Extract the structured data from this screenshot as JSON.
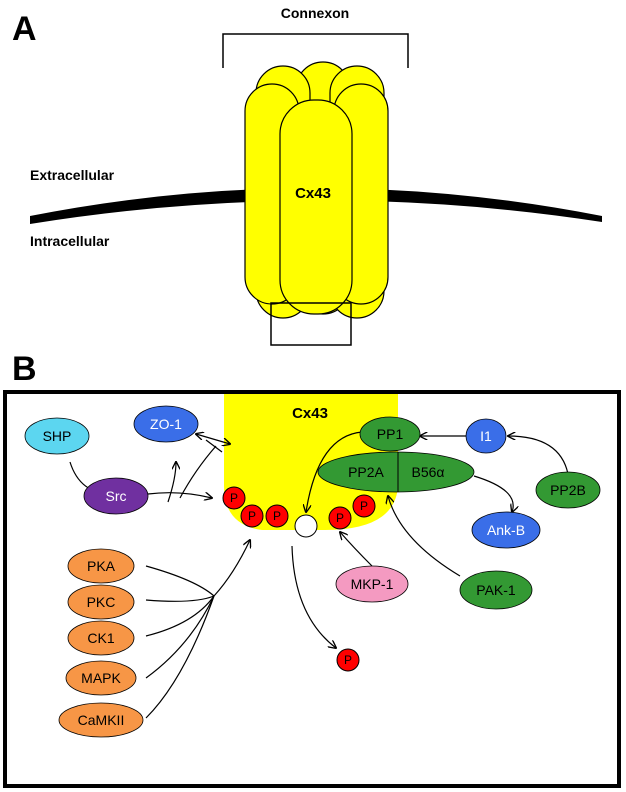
{
  "panel_a": {
    "letter": "A",
    "connexon_label": "Connexon",
    "extracellular_label": "Extracellular",
    "intracellular_label": "Intracellular",
    "protein_label": "Cx43"
  },
  "panel_b": {
    "letter": "B",
    "protein_label": "Cx43",
    "phospho_label": "P",
    "nodes": {
      "shp": "SHP",
      "src": "Src",
      "zo1": "ZO-1",
      "pp1": "PP1",
      "i1": "I1",
      "pp2a": "PP2A",
      "b56a": "B56α",
      "pp2b": "PP2B",
      "ankb": "Ank-B",
      "pak1": "PAK-1",
      "mkp1": "MKP-1",
      "pka": "PKA",
      "pkc": "PKC",
      "ck1": "CK1",
      "mapk": "MAPK",
      "camkii": "CaMKII"
    }
  },
  "colors": {
    "cx43_yellow": "#ffff00",
    "kinase_orange": "#f79646",
    "phosphatase_green": "#339933",
    "binding_blue": "#3a6ee8",
    "shp_cyan": "#5cd6f0",
    "src_purple": "#7030a0",
    "mkp_pink": "#f49ac1",
    "phospho_red": "#ff0000"
  }
}
